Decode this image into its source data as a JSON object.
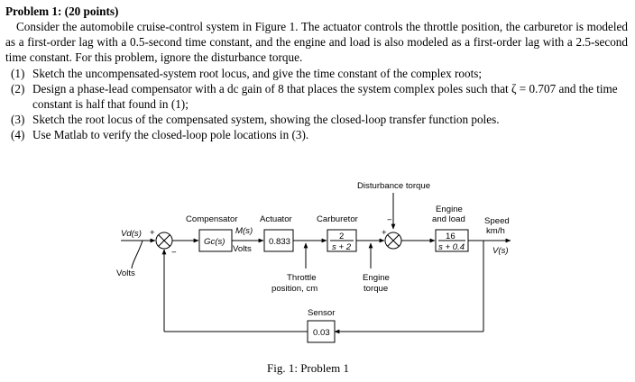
{
  "problem": {
    "title": "Problem 1: (20 points)",
    "intro": "Consider the automobile cruise-control system in Figure 1. The actuator controls the throttle position, the carburetor is modeled as a first-order lag with a 0.5-second time constant, and the engine and load is also modeled as a first-order lag with a 2.5-second time constant. For this problem, ignore the disturbance torque.",
    "tasks": [
      {
        "num": "(1)",
        "text": "Sketch the uncompensated-system root locus, and give the time constant of the complex roots;"
      },
      {
        "num": "(2)",
        "text": "Design a phase-lead compensator with a dc gain of 8 that places the system complex poles such that ζ = 0.707 and the time constant is half that found in (1);"
      },
      {
        "num": "(3)",
        "text": "Sketch the root locus of the compensated system, showing the closed-loop transfer function poles."
      },
      {
        "num": "(4)",
        "text": "Use Matlab to verify the closed-loop pole locations in (3)."
      }
    ]
  },
  "diagram": {
    "disturbance_label": "Disturbance torque",
    "input_label": "Vd(s)",
    "input_unit": "Volts",
    "sum1_plus": "+",
    "sum1_minus": "−",
    "sum2_plus_left": "+",
    "sum2_minus_top": "−",
    "compensator_label": "Compensator",
    "compensator_block": "Gc(s)",
    "ms_label": "M(s)",
    "volts_label": "Volts",
    "actuator_label": "Actuator",
    "actuator_block": "0.833",
    "carburetor_label": "Carburetor",
    "carburetor_num": "2",
    "carburetor_den": "s + 2",
    "engine_label_1": "Engine",
    "engine_label_2": "and load",
    "engine_num": "16",
    "engine_den": "s + 0.4",
    "speed_label_1": "Speed",
    "speed_label_2": "km/h",
    "output_label": "V(s)",
    "throttle_label_1": "Throttle",
    "throttle_label_2": "position, cm",
    "engine_torque_1": "Engine",
    "engine_torque_2": "torque",
    "sensor_label": "Sensor",
    "sensor_block": "0.03",
    "caption": "Fig. 1: Problem 1"
  }
}
